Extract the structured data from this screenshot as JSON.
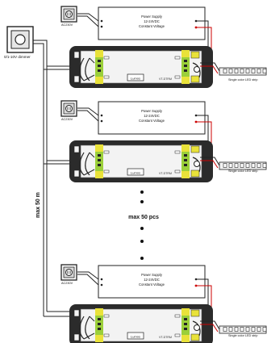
{
  "dimmer": {
    "label": "0/1-10V dimmer",
    "icon": "rotary-knob-icon"
  },
  "max_length": "max 50 m",
  "max_count": "max 50 pcs",
  "power_supply": {
    "ac_label": "AC230V",
    "lines": [
      "Power Supply",
      "12-24VDC",
      "Constant Voltage"
    ]
  },
  "driver": {
    "brand": "Lumos",
    "model": "VT-DTRM"
  },
  "led_strip": {
    "label": "Single color LED strip"
  },
  "colors": {
    "wire": "#222222",
    "driver_body": "#2b2b2b",
    "terminal_green": "#9bcf3a",
    "terminal_yellow": "#e9e23a",
    "dot": "#cc0000"
  }
}
